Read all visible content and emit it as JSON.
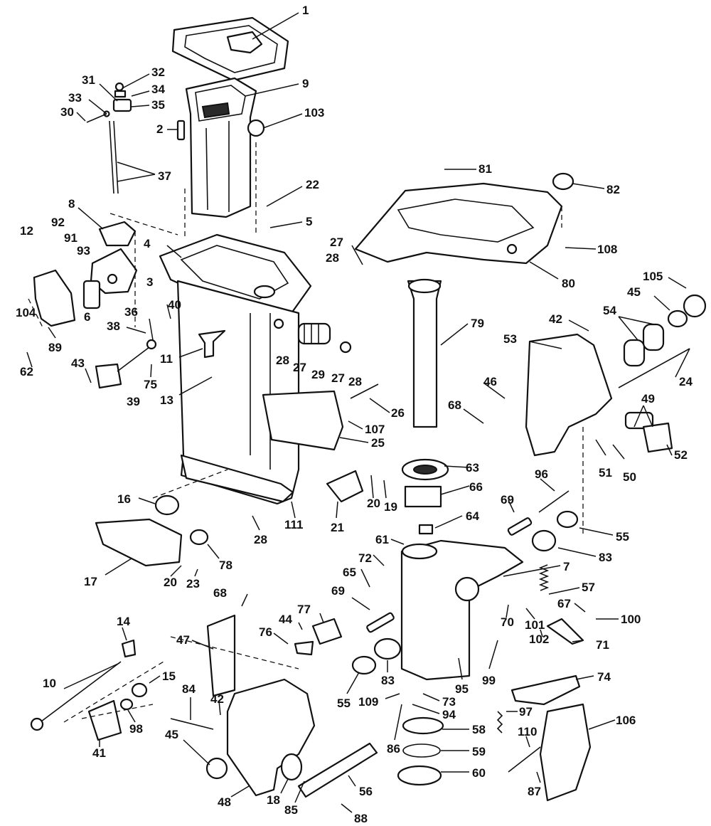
{
  "diagram": {
    "callouts": [
      {
        "id": "c1",
        "text": "1"
      },
      {
        "id": "c9",
        "text": "9"
      },
      {
        "id": "c32",
        "text": "32"
      },
      {
        "id": "c31",
        "text": "31"
      },
      {
        "id": "c34",
        "text": "34"
      },
      {
        "id": "c33",
        "text": "33"
      },
      {
        "id": "c35",
        "text": "35"
      },
      {
        "id": "c30",
        "text": "30"
      },
      {
        "id": "c103",
        "text": "103"
      },
      {
        "id": "c2",
        "text": "2"
      },
      {
        "id": "c37",
        "text": "37"
      },
      {
        "id": "c22",
        "text": "22"
      },
      {
        "id": "c81",
        "text": "81"
      },
      {
        "id": "c82",
        "text": "82"
      },
      {
        "id": "c8",
        "text": "8"
      },
      {
        "id": "c5",
        "text": "5"
      },
      {
        "id": "c12",
        "text": "12"
      },
      {
        "id": "c92",
        "text": "92"
      },
      {
        "id": "c91",
        "text": "91"
      },
      {
        "id": "c93",
        "text": "93"
      },
      {
        "id": "c4",
        "text": "4"
      },
      {
        "id": "c27a",
        "text": "27"
      },
      {
        "id": "c28a",
        "text": "28"
      },
      {
        "id": "c108",
        "text": "108"
      },
      {
        "id": "c3",
        "text": "3"
      },
      {
        "id": "c80",
        "text": "80"
      },
      {
        "id": "c105",
        "text": "105"
      },
      {
        "id": "c45a",
        "text": "45"
      },
      {
        "id": "c104",
        "text": "104"
      },
      {
        "id": "c6",
        "text": "6"
      },
      {
        "id": "c40",
        "text": "40"
      },
      {
        "id": "c36",
        "text": "36"
      },
      {
        "id": "c42a",
        "text": "42"
      },
      {
        "id": "c54",
        "text": "54"
      },
      {
        "id": "c79",
        "text": "79"
      },
      {
        "id": "c38",
        "text": "38"
      },
      {
        "id": "c53",
        "text": "53"
      },
      {
        "id": "c89",
        "text": "89"
      },
      {
        "id": "c11",
        "text": "11"
      },
      {
        "id": "c28b",
        "text": "28"
      },
      {
        "id": "c27b",
        "text": "27"
      },
      {
        "id": "c29",
        "text": "29"
      },
      {
        "id": "c27c",
        "text": "27"
      },
      {
        "id": "c28c",
        "text": "28"
      },
      {
        "id": "c62",
        "text": "62"
      },
      {
        "id": "c43",
        "text": "43"
      },
      {
        "id": "c75",
        "text": "75"
      },
      {
        "id": "c39",
        "text": "39"
      },
      {
        "id": "c13",
        "text": "13"
      },
      {
        "id": "c24",
        "text": "24"
      },
      {
        "id": "c46",
        "text": "46"
      },
      {
        "id": "c26",
        "text": "26"
      },
      {
        "id": "c49",
        "text": "49"
      },
      {
        "id": "c68a",
        "text": "68"
      },
      {
        "id": "c107",
        "text": "107"
      },
      {
        "id": "c25",
        "text": "25"
      },
      {
        "id": "c52",
        "text": "52"
      },
      {
        "id": "c51",
        "text": "51"
      },
      {
        "id": "c50",
        "text": "50"
      },
      {
        "id": "c63",
        "text": "63"
      },
      {
        "id": "c66",
        "text": "66"
      },
      {
        "id": "c16",
        "text": "16"
      },
      {
        "id": "c20a",
        "text": "20"
      },
      {
        "id": "c19",
        "text": "19"
      },
      {
        "id": "c96",
        "text": "96"
      },
      {
        "id": "c111",
        "text": "111"
      },
      {
        "id": "c21",
        "text": "21"
      },
      {
        "id": "c69a",
        "text": "69"
      },
      {
        "id": "c64",
        "text": "64"
      },
      {
        "id": "c55a",
        "text": "55"
      },
      {
        "id": "c28d",
        "text": "28"
      },
      {
        "id": "c61",
        "text": "61"
      },
      {
        "id": "c83a",
        "text": "83"
      },
      {
        "id": "c78",
        "text": "78"
      },
      {
        "id": "c72",
        "text": "72"
      },
      {
        "id": "c7",
        "text": "7"
      },
      {
        "id": "c65",
        "text": "65"
      },
      {
        "id": "c17",
        "text": "17"
      },
      {
        "id": "c20b",
        "text": "20"
      },
      {
        "id": "c23",
        "text": "23"
      },
      {
        "id": "c57",
        "text": "57"
      },
      {
        "id": "c68b",
        "text": "68"
      },
      {
        "id": "c69b",
        "text": "69"
      },
      {
        "id": "c67",
        "text": "67"
      },
      {
        "id": "c100",
        "text": "100"
      },
      {
        "id": "c44",
        "text": "44"
      },
      {
        "id": "c77",
        "text": "77"
      },
      {
        "id": "c70",
        "text": "70"
      },
      {
        "id": "c101",
        "text": "101"
      },
      {
        "id": "c14",
        "text": "14"
      },
      {
        "id": "c76",
        "text": "76"
      },
      {
        "id": "c102",
        "text": "102"
      },
      {
        "id": "c71",
        "text": "71"
      },
      {
        "id": "c47",
        "text": "47"
      },
      {
        "id": "c99",
        "text": "99"
      },
      {
        "id": "c74",
        "text": "74"
      },
      {
        "id": "c95",
        "text": "95"
      },
      {
        "id": "c10",
        "text": "10"
      },
      {
        "id": "c15",
        "text": "15"
      },
      {
        "id": "c55b",
        "text": "55"
      },
      {
        "id": "c83b",
        "text": "83"
      },
      {
        "id": "c109",
        "text": "109"
      },
      {
        "id": "c73",
        "text": "73"
      },
      {
        "id": "c84",
        "text": "84"
      },
      {
        "id": "c42b",
        "text": "42"
      },
      {
        "id": "c94",
        "text": "94"
      },
      {
        "id": "c97",
        "text": "97"
      },
      {
        "id": "c106",
        "text": "106"
      },
      {
        "id": "c98",
        "text": "98"
      },
      {
        "id": "c41",
        "text": "41"
      },
      {
        "id": "c58",
        "text": "58"
      },
      {
        "id": "c45b",
        "text": "45"
      },
      {
        "id": "c86",
        "text": "86"
      },
      {
        "id": "c110",
        "text": "110"
      },
      {
        "id": "c59",
        "text": "59"
      },
      {
        "id": "c60",
        "text": "60"
      },
      {
        "id": "c87",
        "text": "87"
      },
      {
        "id": "c56",
        "text": "56"
      },
      {
        "id": "c48",
        "text": "48"
      },
      {
        "id": "c18",
        "text": "18"
      },
      {
        "id": "c85",
        "text": "85"
      },
      {
        "id": "c88",
        "text": "88"
      }
    ]
  }
}
